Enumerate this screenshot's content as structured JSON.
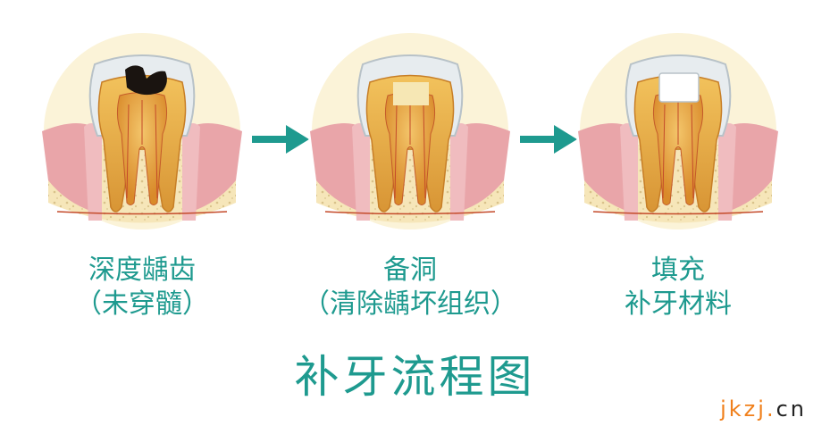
{
  "steps": [
    {
      "line1": "深度龋齿",
      "line2": "（未穿髓）"
    },
    {
      "line1": "备洞",
      "line2": "（清除龋坏组织）"
    },
    {
      "line1": "填充",
      "line2": "补牙材料"
    }
  ],
  "title": "补牙流程图",
  "watermark": {
    "part1": "jkzj",
    "dot": ".",
    "part2": "cn"
  },
  "colors": {
    "accent": "#1e9a8f",
    "arrow": "#1e9a8f",
    "gum": "#e9a5a9",
    "bone": "#f6e8be",
    "cream_bg": "#fbf3d8",
    "dentin": "#e3a53a",
    "pulp": "#e7a84a",
    "enamel": "#e7ecef",
    "decay": "#1a1410",
    "filling": "#ffffff"
  }
}
